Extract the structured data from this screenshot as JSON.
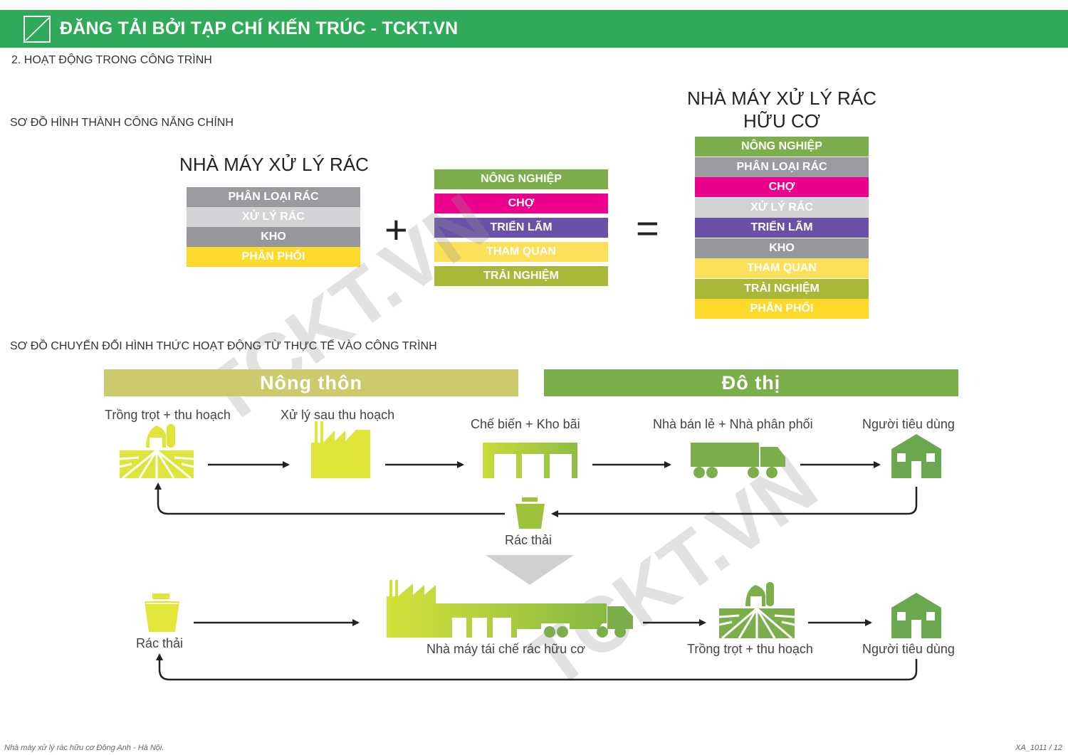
{
  "banner": {
    "title": "ĐĂNG TẢI BỞI TẠP CHÍ KIẾN TRÚC - TCKT.VN",
    "color": "#2eaa58"
  },
  "section_heading": "2. HOẠT ĐỘNG TRONG CÔNG TRÌNH",
  "function_diagram": {
    "heading": "SƠ ĐỒ HÌNH THÀNH CÔNG NĂNG CHÍNH",
    "left_block": {
      "title": "NHÀ MÁY XỬ LÝ RÁC",
      "rows": [
        {
          "label": "PHÂN LOẠI RÁC",
          "color": "#9a9b9e"
        },
        {
          "label": "XỬ LÝ RÁC",
          "color": "#d2d3d5"
        },
        {
          "label": "KHO",
          "color": "#96979a"
        },
        {
          "label": "PHÂN PHỐI",
          "color": "#fcd92a"
        }
      ]
    },
    "plus_symbol": "+",
    "middle_block": {
      "rows": [
        {
          "label": "NÔNG NGHIỆP",
          "color": "#7cae4c"
        },
        {
          "label": "CHỢ",
          "color": "#ec008c"
        },
        {
          "label": "TRIỂN LÃM",
          "color": "#6a50a6"
        },
        {
          "label": "THAM QUAN",
          "color": "#fde05a"
        },
        {
          "label": "TRẢI NGHIỆM",
          "color": "#aab83a"
        }
      ]
    },
    "equals_symbol": "=",
    "result_block": {
      "title_line1": "NHÀ MÁY XỬ LÝ RÁC",
      "title_line2": "HỮU CƠ",
      "rows": [
        {
          "label": "NÔNG NGHIỆP",
          "color": "#7cae4c"
        },
        {
          "label": "PHÂN LOẠI RÁC",
          "color": "#9a9b9e"
        },
        {
          "label": "CHỢ",
          "color": "#ec008c"
        },
        {
          "label": "XỬ LÝ RÁC",
          "color": "#d2d3d5"
        },
        {
          "label": "TRIỂN LÃM",
          "color": "#6a50a6"
        },
        {
          "label": "KHO",
          "color": "#96979a"
        },
        {
          "label": "THAM QUAN",
          "color": "#fde05a"
        },
        {
          "label": "TRẢI NGHIỆM",
          "color": "#aab83a"
        },
        {
          "label": "PHÂN PHỐI",
          "color": "#fcd92a"
        }
      ]
    }
  },
  "flow_diagram": {
    "heading": "SƠ ĐỒ CHUYỂN ĐỔI HÌNH THỨC HOẠT ĐỘNG TỪ THỰC TẾ VÀO CÔNG TRÌNH",
    "zones": [
      {
        "label": "Nông thôn",
        "color": "#cbca6c"
      },
      {
        "label": "Đô thị",
        "color": "#7cae4c"
      }
    ],
    "top_flow": [
      {
        "label": "Trồng trọt + thu hoạch",
        "icon": "farm-icon"
      },
      {
        "label": "Xử lý sau thu hoạch",
        "icon": "factory-icon"
      },
      {
        "label": "Chế biến + Kho bãi",
        "icon": "warehouse-icon"
      },
      {
        "label": "Nhà bán lẻ + Nhà phân phối",
        "icon": "truck-icon"
      },
      {
        "label": "Người tiêu dùng",
        "icon": "house-icon"
      }
    ],
    "top_waste": {
      "label": "Rác thải",
      "icon": "trash-bin-icon"
    },
    "bottom_flow": [
      {
        "label": "Rác thải",
        "icon": "trash-bin-icon"
      },
      {
        "label": "Nhà máy tái chế rác hữu cơ",
        "icon": "recycling-plant-icon"
      },
      {
        "label": "Trồng trọt + thu hoạch",
        "icon": "farm-icon"
      },
      {
        "label": "Người tiêu dùng",
        "icon": "house-icon"
      }
    ]
  },
  "watermark": "TCKT.VN",
  "footer": {
    "caption": "Nhà máy xử lý rác hữu cơ Đông Anh - Hà Nội.",
    "page": "XA_1011 / 12"
  }
}
